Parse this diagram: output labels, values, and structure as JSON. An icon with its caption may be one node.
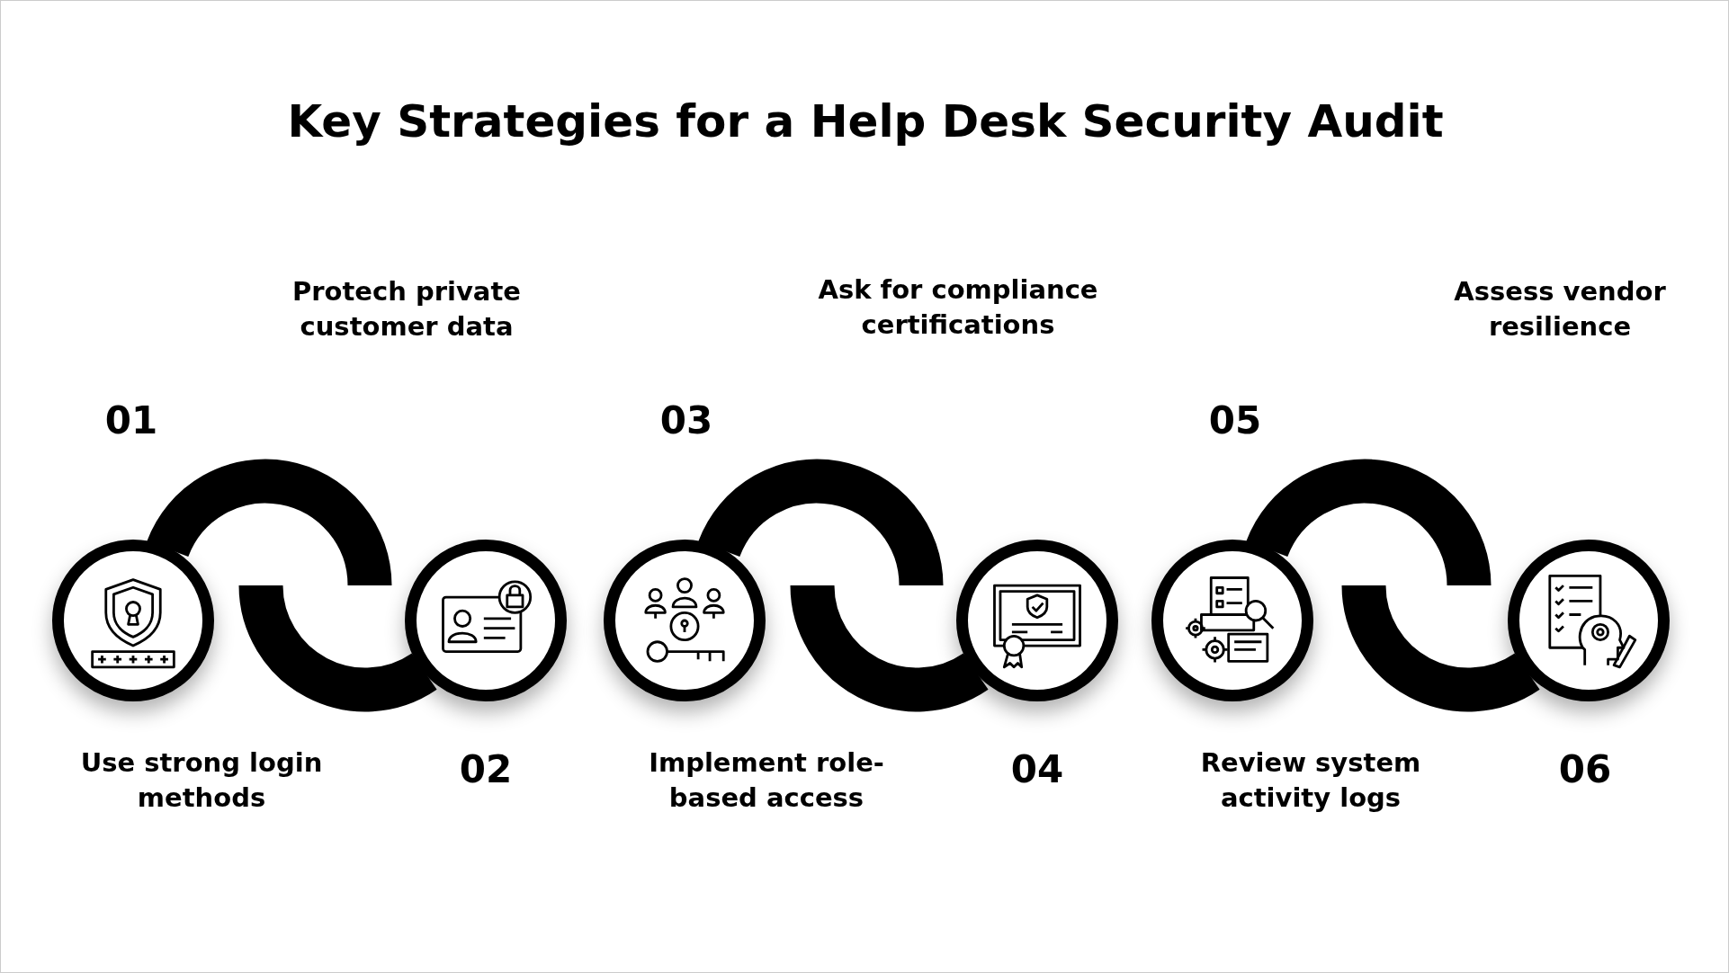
{
  "diagram": {
    "title": "Key Strategies for a Help Desk Security Audit",
    "nodes": [
      {
        "text": [
          "Use strong login methods"
        ],
        "beside": [
          "01"
        ]
      },
      {
        "text": [],
        "shape": "circle",
        "beside": [
          "02"
        ]
      },
      {
        "text": [
          "Implement role-based access"
        ],
        "beside": [
          "03"
        ]
      },
      {
        "text": [],
        "shape": "circle",
        "beside": [
          "04"
        ]
      },
      {
        "text": [
          "Review system activity logs"
        ],
        "beside": [
          "05"
        ]
      },
      {
        "text": [],
        "shape": "circle",
        "beside": [
          "06"
        ]
      }
    ],
    "edges": [
      {
        "from": 0,
        "to": 1,
        "arrow": "none"
      },
      {
        "from": 2,
        "to": 3,
        "arrow": "none"
      },
      {
        "from": 4,
        "to": 5,
        "arrow": "none"
      }
    ],
    "labels": [
      "Protech private customer data",
      "Ask for compliance certifications",
      "Assess vendor resilience"
    ]
  }
}
